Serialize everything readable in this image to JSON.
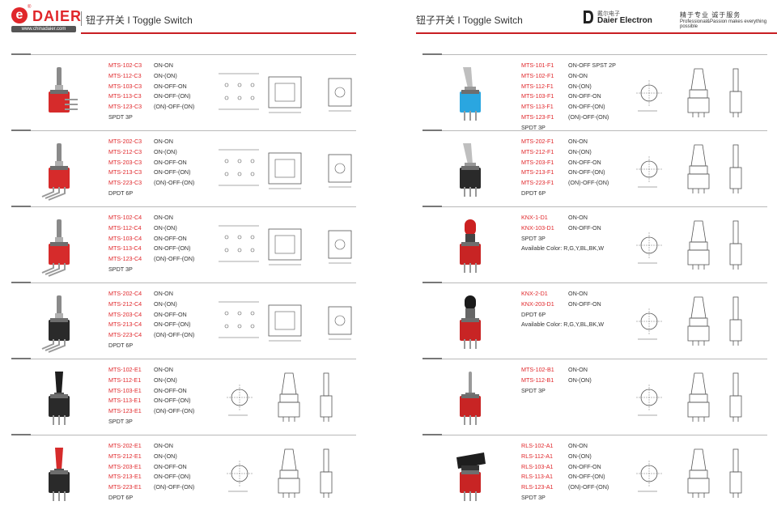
{
  "header": {
    "logo_letter": "e",
    "logo_reg": "®",
    "logo_text": "DAIER",
    "logo_url": "www.chinadaier.com",
    "title_left": "钮子开关 I Toggle Switch",
    "title_right": "钮子开关 I Toggle Switch",
    "right_logo_cn": "戴尔电子",
    "right_logo_en": "Daier Electron",
    "slogan_cn": "精于专业 诚于服务",
    "slogan_en": "Professional&Passion makes everything possible"
  },
  "colors": {
    "accent": "#e0262a",
    "rule": "#c81e23"
  },
  "left_rows": [
    {
      "lines": [
        {
          "model": "MTS-102-C3",
          "func": "ON-ON"
        },
        {
          "model": "MTS-112-C3",
          "func": "ON-(ON)"
        },
        {
          "model": "MTS-103-C3",
          "func": "ON-OFF-ON"
        },
        {
          "model": "MTS-113-C3",
          "func": "ON-OFF-(ON)"
        },
        {
          "model": "MTS-123-C3",
          "func": "(ON)-OFF-(ON)"
        }
      ],
      "extra": [
        "SPDT 3P"
      ]
    },
    {
      "lines": [
        {
          "model": "MTS-202-C3",
          "func": "ON-ON"
        },
        {
          "model": "MTS-212-C3",
          "func": "ON-(ON)"
        },
        {
          "model": "MTS-203-C3",
          "func": "ON-OFF-ON"
        },
        {
          "model": "MTS-213-C3",
          "func": "ON-OFF-(ON)"
        },
        {
          "model": "MTS-223-C3",
          "func": "(ON)-OFF-(ON)"
        }
      ],
      "extra": [
        "DPDT 6P"
      ]
    },
    {
      "lines": [
        {
          "model": "MTS-102-C4",
          "func": "ON-ON"
        },
        {
          "model": "MTS-112-C4",
          "func": "ON-(ON)"
        },
        {
          "model": "MTS-103-C4",
          "func": "ON-OFF-ON"
        },
        {
          "model": "MTS-113-C4",
          "func": "ON-OFF-(ON)"
        },
        {
          "model": "MTS-123-C4",
          "func": "(ON)-OFF-(ON)"
        }
      ],
      "extra": [
        "SPDT 3P"
      ]
    },
    {
      "lines": [
        {
          "model": "MTS-202-C4",
          "func": "ON-ON"
        },
        {
          "model": "MTS-212-C4",
          "func": "ON-(ON)"
        },
        {
          "model": "MTS-203-C4",
          "func": "ON-OFF-ON"
        },
        {
          "model": "MTS-213-C4",
          "func": "ON-OFF-(ON)"
        },
        {
          "model": "MTS-223-C4",
          "func": "(ON)-OFF-(ON)"
        }
      ],
      "extra": [
        "DPDT 6P"
      ]
    },
    {
      "lines": [
        {
          "model": "MTS-102-E1",
          "func": "ON-ON"
        },
        {
          "model": "MTS-112-E1",
          "func": "ON-(ON)"
        },
        {
          "model": "MTS-103-E1",
          "func": "ON-OFF-ON"
        },
        {
          "model": "MTS-113-E1",
          "func": "ON-OFF-(ON)"
        },
        {
          "model": "MTS-123-E1",
          "func": "(ON)-OFF-(ON)"
        }
      ],
      "extra": [
        "SPDT 3P"
      ]
    },
    {
      "lines": [
        {
          "model": "MTS-202-E1",
          "func": "ON-ON"
        },
        {
          "model": "MTS-212-E1",
          "func": "ON-(ON)"
        },
        {
          "model": "MTS-203-E1",
          "func": "ON-OFF-ON"
        },
        {
          "model": "MTS-213-E1",
          "func": "ON-OFF-(ON)"
        },
        {
          "model": "MTS-223-E1",
          "func": "(ON)-OFF-(ON)"
        }
      ],
      "extra": [
        "DPDT 6P"
      ]
    }
  ],
  "right_rows": [
    {
      "lines": [
        {
          "model": "MTS-101-F1",
          "func": "ON-OFF SPST 2P"
        },
        {
          "model": "MTS-102-F1",
          "func": "ON-ON"
        },
        {
          "model": "MTS-112-F1",
          "func": "ON-(ON)"
        },
        {
          "model": "MTS-103-F1",
          "func": "ON-OFF-ON"
        },
        {
          "model": "MTS-113-F1",
          "func": "ON-OFF-(ON)"
        },
        {
          "model": "MTS-123-F1",
          "func": "(ON)-OFF-(ON)"
        }
      ],
      "extra": [
        "SPDT 3P"
      ]
    },
    {
      "lines": [
        {
          "model": "MTS-202-F1",
          "func": "ON-ON"
        },
        {
          "model": "MTS-212-F1",
          "func": "ON-(ON)"
        },
        {
          "model": "MTS-203-F1",
          "func": "ON-OFF-ON"
        },
        {
          "model": "MTS-213-F1",
          "func": "ON-OFF-(ON)"
        },
        {
          "model": "MTS-223-F1",
          "func": "(ON)-OFF-(ON)"
        }
      ],
      "extra": [
        "DPDT 6P"
      ]
    },
    {
      "lines": [
        {
          "model": "KNX-1-D1",
          "func": "ON-ON"
        },
        {
          "model": "KNX-103-D1",
          "func": "ON-OFF-ON"
        }
      ],
      "extra": [
        "SPDT 3P",
        "Available Color: R,G,Y,BL,BK,W"
      ]
    },
    {
      "lines": [
        {
          "model": "KNX-2-D1",
          "func": "ON-ON"
        },
        {
          "model": "KNX-203-D1",
          "func": "ON-OFF-ON"
        }
      ],
      "extra": [
        "DPDT 6P",
        "Available Color: R,G,Y,BL,BK,W"
      ]
    },
    {
      "lines": [
        {
          "model": "MTS-102-B1",
          "func": "ON-ON"
        },
        {
          "model": "MTS-112-B1",
          "func": "ON-(ON)"
        }
      ],
      "extra": [
        "SPDT 3P"
      ]
    },
    {
      "lines": [
        {
          "model": "RLS-102-A1",
          "func": "ON-ON"
        },
        {
          "model": "RLS-112-A1",
          "func": "ON-(ON)"
        },
        {
          "model": "RLS-103-A1",
          "func": "ON-OFF-ON"
        },
        {
          "model": "RLS-113-A1",
          "func": "ON-OFF-(ON)"
        },
        {
          "model": "RLS-123-A1",
          "func": "(ON)-OFF-(ON)"
        }
      ],
      "extra": [
        "SPDT 3P"
      ]
    }
  ]
}
